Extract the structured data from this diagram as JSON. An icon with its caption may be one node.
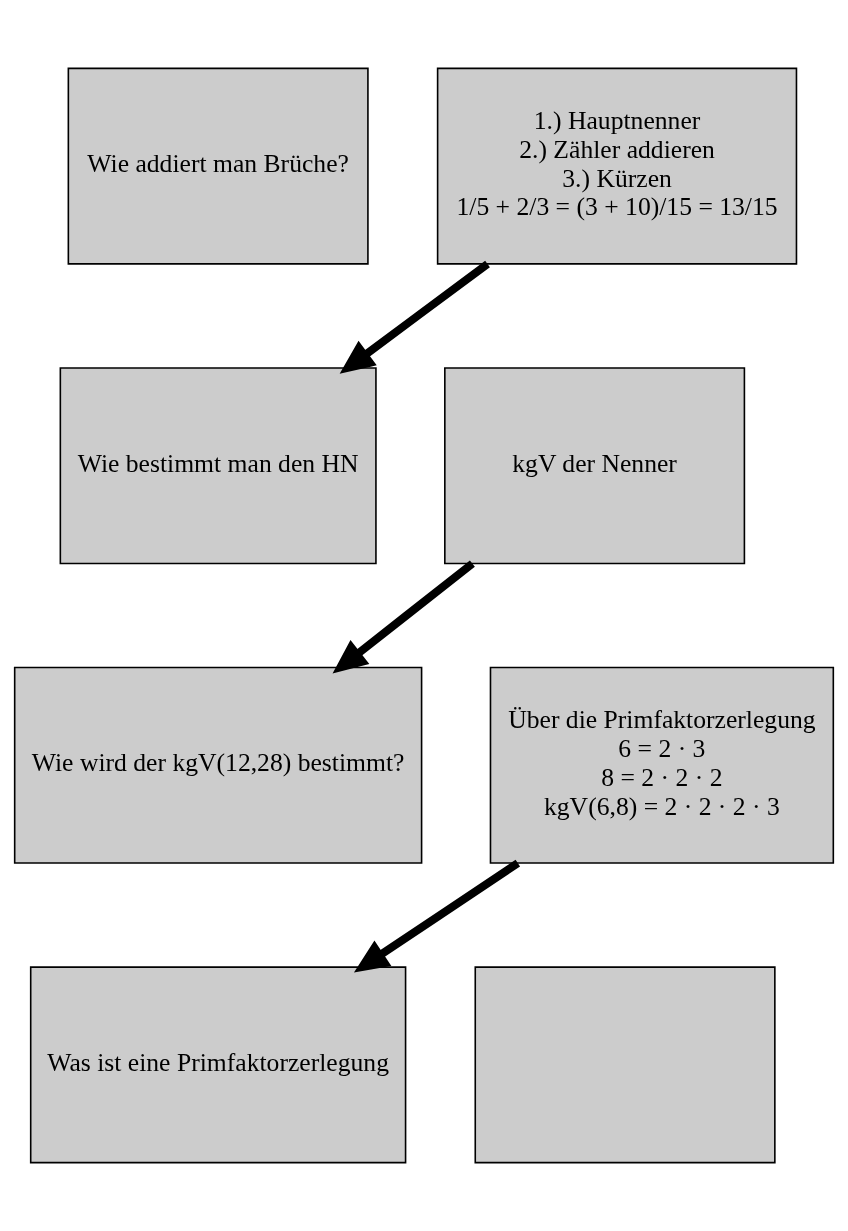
{
  "diagram": {
    "nodes": [
      {
        "text": [
          "Wie addiert man Brüche?"
        ]
      },
      {
        "text": [
          "1.) Hauptnenner",
          "2.) Zähler addieren",
          "3.) Kürzen",
          "1/5 + 2/3 = (3 + 10)/15 = 13/15"
        ]
      },
      {
        "text": [
          "Wie bestimmt man den HN"
        ]
      },
      {
        "text": [
          "kgV der Nenner"
        ]
      },
      {
        "text": [
          "Wie wird der kgV(12,28) bestimmt?"
        ]
      },
      {
        "text": [
          "Über die Primfaktorzerlegung",
          "6 = 2 · 3",
          "8 = 2 · 2 · 2",
          "kgV(6,8) = 2 · 2 · 2 · 3"
        ]
      },
      {
        "text": [
          "Was ist eine Primfaktorzerlegung"
        ]
      },
      {
        "text": [],
        "shape": "box"
      }
    ],
    "edges": [
      {
        "from": 1,
        "to": 2,
        "arrow": "to"
      },
      {
        "from": 3,
        "to": 4,
        "arrow": "to"
      },
      {
        "from": 5,
        "to": 6,
        "arrow": "to"
      }
    ]
  }
}
